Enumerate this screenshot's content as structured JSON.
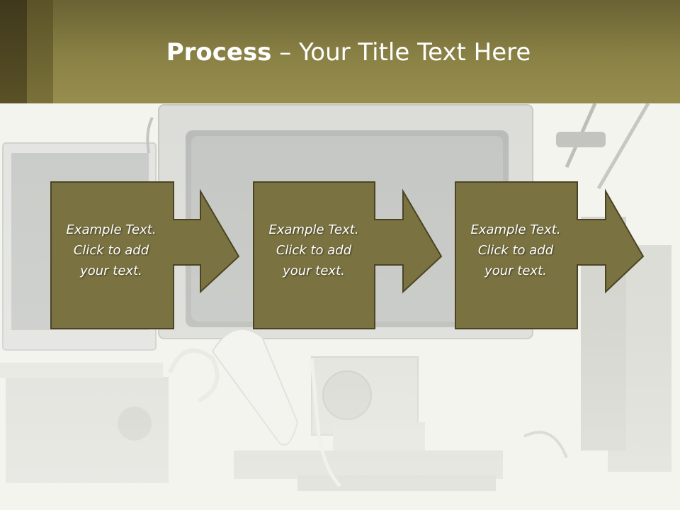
{
  "slide": {
    "title_bold": "Process",
    "title_rest": " – Your Title Text Here"
  },
  "steps": [
    {
      "line1": "Example Text.",
      "line2": "Click  to add",
      "line3": "your text."
    },
    {
      "line1": "Example Text.",
      "line2": "Click  to add",
      "line3": "your text."
    },
    {
      "line1": "Example Text.",
      "line2": "Click  to add",
      "line3": "your text."
    }
  ],
  "colors": {
    "header": "#8a8145",
    "box_fill": "#7a7240",
    "box_border": "#4b4424",
    "text": "#ffffff"
  }
}
